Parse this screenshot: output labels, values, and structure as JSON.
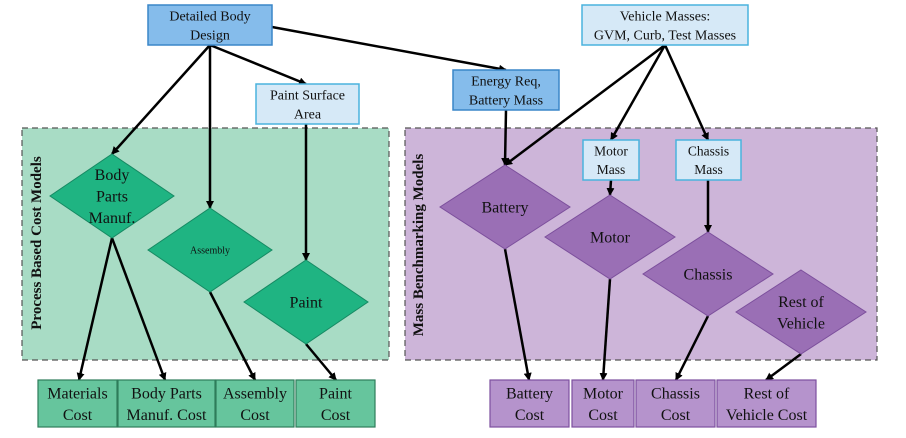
{
  "groups": {
    "process": {
      "label": "Process Based Cost Models",
      "fill": "#a8dcc5",
      "stroke": "#555555"
    },
    "mass": {
      "label": "Mass Benchmarking  Models",
      "fill": "#cdb5d9",
      "stroke": "#555555"
    }
  },
  "inputs": {
    "detailed_body_design": {
      "lines": [
        "Detailed Body",
        "Design"
      ],
      "fill": "#85bceb",
      "stroke": "#3a86c8"
    },
    "paint_surface_area": {
      "lines": [
        "Paint Surface",
        "Area"
      ],
      "fill": "#d6e9f7",
      "stroke": "#4ab3dd"
    },
    "energy_req": {
      "lines": [
        "Energy Req,",
        "Battery Mass"
      ],
      "fill": "#85bceb",
      "stroke": "#3a86c8"
    },
    "vehicle_masses": {
      "lines": [
        "Vehicle Masses:",
        "GVM, Curb, Test Masses"
      ],
      "fill": "#d6e9f7",
      "stroke": "#4ab3dd"
    },
    "motor_mass": {
      "lines": [
        "Motor",
        "Mass"
      ],
      "fill": "#d6e9f7",
      "stroke": "#4ab3dd"
    },
    "chassis_mass": {
      "lines": [
        "Chassis",
        "Mass"
      ],
      "fill": "#d6e9f7",
      "stroke": "#4ab3dd"
    }
  },
  "models": {
    "body_parts": {
      "lines": [
        "Body",
        "Parts",
        "Manuf."
      ],
      "fill": "#1fb482"
    },
    "assembly": {
      "lines": [
        "Assembly"
      ],
      "fill": "#1fb482"
    },
    "paint": {
      "lines": [
        "Paint"
      ],
      "fill": "#1fb482"
    },
    "battery": {
      "lines": [
        "Battery"
      ],
      "fill": "#9a6fb5"
    },
    "motor": {
      "lines": [
        "Motor"
      ],
      "fill": "#9a6fb5"
    },
    "chassis": {
      "lines": [
        "Chassis"
      ],
      "fill": "#9a6fb5"
    },
    "rest": {
      "lines": [
        "Rest of",
        "Vehicle"
      ],
      "fill": "#9a6fb5"
    }
  },
  "outputs": {
    "materials_cost": {
      "lines": [
        "Materials",
        "Cost"
      ],
      "fill": "#66c59d"
    },
    "body_parts_cost": {
      "lines": [
        "Body Parts",
        "Manuf. Cost"
      ],
      "fill": "#66c59d"
    },
    "assembly_cost": {
      "lines": [
        "Assembly",
        "Cost"
      ],
      "fill": "#66c59d"
    },
    "paint_cost": {
      "lines": [
        "Paint",
        "Cost"
      ],
      "fill": "#66c59d"
    },
    "battery_cost": {
      "lines": [
        "Battery",
        "Cost"
      ],
      "fill": "#b593cc"
    },
    "motor_cost": {
      "lines": [
        "Motor",
        "Cost"
      ],
      "fill": "#b593cc"
    },
    "chassis_cost": {
      "lines": [
        "Chassis",
        "Cost"
      ],
      "fill": "#b593cc"
    },
    "rest_cost": {
      "lines": [
        "Rest of",
        "Vehicle Cost"
      ],
      "fill": "#b593cc"
    }
  }
}
